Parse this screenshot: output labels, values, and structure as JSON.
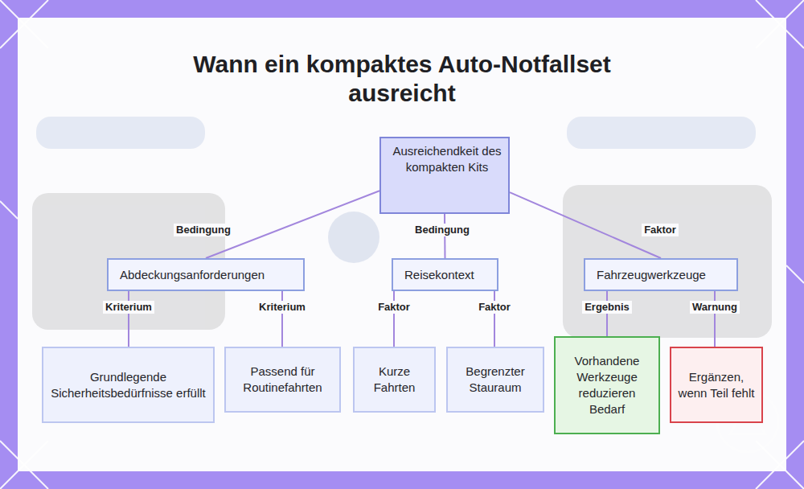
{
  "diagram": {
    "title": "Wann ein kompaktes Auto-Notfallset ausreicht",
    "nodes": [
      {
        "text": [
          "Ausreichendkeit des kompakten Kits"
        ]
      },
      {
        "text": [
          "Abdeckungsanforderungen"
        ]
      },
      {
        "text": [
          "Reisekontext"
        ]
      },
      {
        "text": [
          "Fahrzeugwerkzeuge"
        ]
      },
      {
        "text": [
          "Grundlegende Sicherheitsbedürfnisse erfüllt"
        ]
      },
      {
        "text": [
          "Passend für Routinefahrten"
        ]
      },
      {
        "text": [
          "Kurze Fahrten"
        ]
      },
      {
        "text": [
          "Begrenzter Stauraum"
        ]
      },
      {
        "text": [
          "Vorhandene Werkzeuge reduzieren Bedarf"
        ]
      },
      {
        "text": [
          "Ergänzen, wenn Teil fehlt"
        ]
      }
    ],
    "edges": [
      {
        "from": 0,
        "to": 1,
        "label": "Bedingung",
        "arrow": "none"
      },
      {
        "from": 0,
        "to": 2,
        "label": "Bedingung",
        "arrow": "none"
      },
      {
        "from": 0,
        "to": 3,
        "label": "Faktor",
        "arrow": "none"
      },
      {
        "from": 1,
        "to": 4,
        "label": "Kriterium",
        "arrow": "none"
      },
      {
        "from": 1,
        "to": 5,
        "label": "Kriterium",
        "arrow": "none"
      },
      {
        "from": 2,
        "to": 6,
        "label": "Faktor",
        "arrow": "none"
      },
      {
        "from": 2,
        "to": 7,
        "label": "Faktor",
        "arrow": "none"
      },
      {
        "from": 3,
        "to": 8,
        "label": "Ergebnis",
        "arrow": "none"
      },
      {
        "from": 3,
        "to": 9,
        "label": "Warnung",
        "arrow": "none"
      }
    ]
  }
}
